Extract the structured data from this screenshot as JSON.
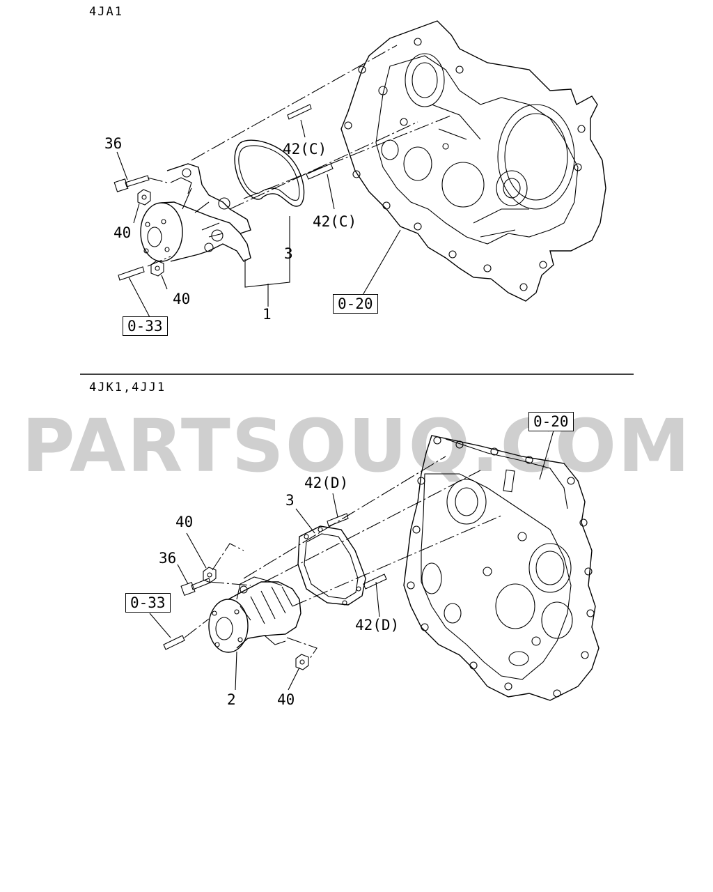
{
  "sections": [
    {
      "model": "4JA1",
      "labels": {
        "bolt": "36",
        "nut_upper": "40",
        "nut_lower": "40",
        "stud_upper": "42(C)",
        "stud_lower": "42(C)",
        "gasket": "3",
        "pump": "1"
      },
      "refs": {
        "housing": "0-20",
        "stud": "0-33"
      }
    },
    {
      "model": "4JK1,4JJ1",
      "labels": {
        "nut_upper": "40",
        "bolt": "36",
        "gasket": "3",
        "stud_upper": "42(D)",
        "stud_lower": "42(D)",
        "pump": "2",
        "nut_lower": "40"
      },
      "refs": {
        "housing": "0-20",
        "stud": "0-33"
      }
    }
  ],
  "watermark": "PARTSOUQ.COM",
  "icons": [
    "water-pump-drawing",
    "gear-case-drawing",
    "gasket-drawing",
    "bolt-drawing",
    "nut-drawing",
    "stud-drawing"
  ]
}
